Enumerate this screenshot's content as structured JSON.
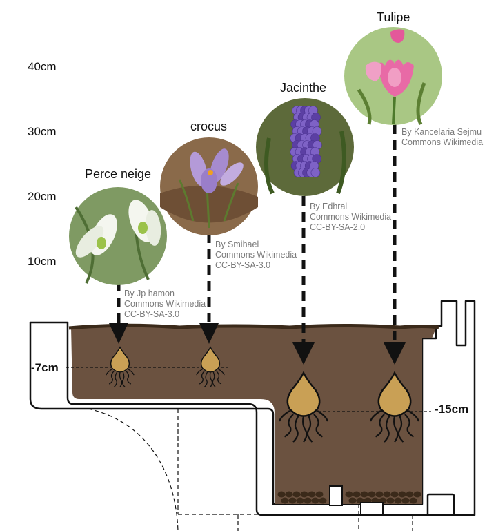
{
  "scale": {
    "labels": [
      "40cm",
      "30cm",
      "20cm",
      "10cm"
    ]
  },
  "flowers": [
    {
      "name": "Perce neige",
      "credit_by": "By Jp hamon",
      "credit_source": "Commons Wikimedia",
      "credit_license": "CC-BY-SA-3.0",
      "photo_icon": "snowdrop-flower",
      "colors": {
        "bg": "#7f9a63",
        "petal": "#f4f6ef",
        "center": "#9bc24a"
      }
    },
    {
      "name": "crocus",
      "credit_by": "By Smihael",
      "credit_source": "Commons Wikimedia",
      "credit_license": "CC-BY-SA-3.0",
      "photo_icon": "crocus-flower",
      "colors": {
        "bg": "#8a6a4a",
        "petal": "#b49ad8",
        "center": "#f0a020"
      }
    },
    {
      "name": "Jacinthe",
      "credit_by": "By Edhral",
      "credit_source": "Commons Wikimedia",
      "credit_license": "CC-BY-SA-2.0",
      "photo_icon": "hyacinth-flower",
      "colors": {
        "bg": "#5d6a3a",
        "petal": "#7e62c6",
        "center": "#5b3fa3"
      }
    },
    {
      "name": "Tulipe",
      "credit_by": "By Kancelaria Sejmu",
      "credit_source": "Commons Wikimedia",
      "credit_license": "",
      "photo_icon": "tulip-flower",
      "colors": {
        "bg": "#a9c784",
        "petal": "#e86aa6",
        "center": "#f6c2d8"
      }
    }
  ],
  "depths": {
    "shallow": "-7cm",
    "deep": "-15cm"
  },
  "colors": {
    "soil": "#6b5240",
    "soil_edge": "#3b2a1a",
    "bulb": "#c9a055",
    "pot_outline": "#111111",
    "credit_text": "#7a7a7a"
  }
}
